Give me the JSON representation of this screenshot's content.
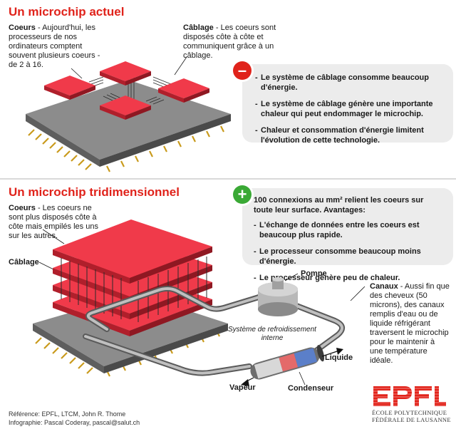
{
  "section1": {
    "title": "Un microchip actuel",
    "coeurs_label": "Coeurs",
    "coeurs_text": " - Aujourd'hui, les processeurs de nos ordinateurs comptent souvent plusieurs coeurs - de 2 à 16.",
    "cablage_label": "Câblage",
    "cablage_text": " - Les coeurs sont disposés côte à côte et communiquent grâce à un câblage.",
    "badge_icon": "minus-icon",
    "badge_symbol": "–",
    "badge_color": "#e0231b",
    "bullets": [
      "Le système de câblage consomme beaucoup d'énergie.",
      "Le système de câblage génère une importante chaleur qui peut endommager le microchip.",
      "Chaleur et consommation d'énergie limitent l'évolution de cette technologie."
    ]
  },
  "section2": {
    "title": "Un microchip tridimensionnel",
    "coeurs_label": "Coeurs",
    "coeurs_text": " - Les coeurs ne sont plus disposés côte à côte mais empilés les uns sur les autres.",
    "cablage_label": "Câblage",
    "badge_icon": "plus-icon",
    "badge_symbol": "+",
    "badge_color": "#3aa935",
    "intro": "100 connexions au mm² relient les coeurs sur toute leur surface. Avantages:",
    "bullets": [
      "L'échange de données entre les coeurs est beaucoup plus rapide.",
      "Le processeur consomme beaucoup moins d'énergie.",
      "Le processeur génère peu de chaleur."
    ],
    "pompe_label": "Pompe",
    "systeme_label": "Système de refroidissement interne",
    "liquide_label": "Liquide",
    "vapeur_label": "Vapeur",
    "condenseur_label": "Condenseur",
    "canaux_label": "Canaux",
    "canaux_text": " - Aussi fin que des cheveux (50 microns), des canaux remplis d'eau ou de liquide réfrigérant traversent le microchip pour le maintenir à une température idéale."
  },
  "credits": {
    "reference": "Référence: EPFL, LTCM, John R. Thome",
    "infographie": "Infographie: Pascal Coderay, pascal@salut.ch"
  },
  "logo": {
    "wordmark": "EPFL",
    "line1": "ÉCOLE POLYTECHNIQUE",
    "line2": "FÉDÉRALE DE LAUSANNE",
    "color": "#e2231a"
  }
}
